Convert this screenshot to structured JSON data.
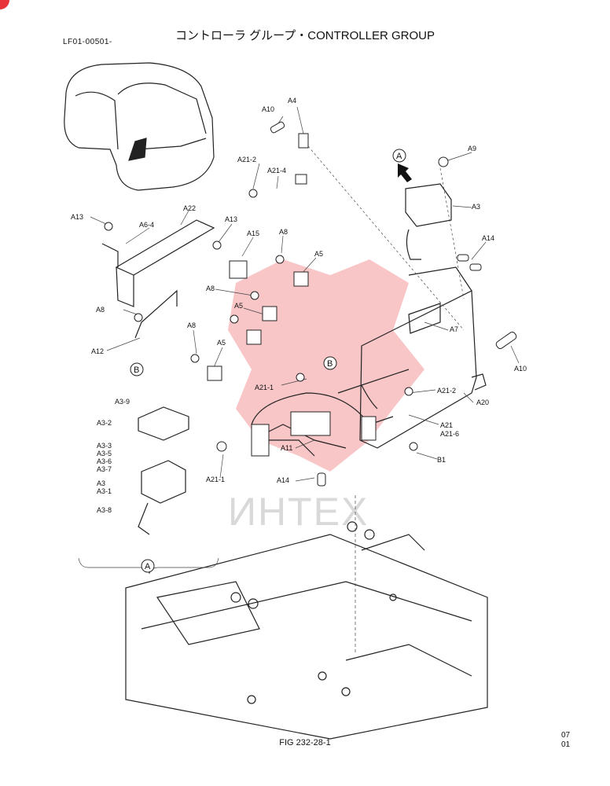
{
  "header": {
    "doc_code": "LF01-00501-",
    "title": "コントローラ グループ・CONTROLLER GROUP"
  },
  "watermark": {
    "text": "ИНТЕХ",
    "color": "#e8333a"
  },
  "callouts": {
    "a10_top": "A10",
    "a4": "A4",
    "a21_2_top": "A21-2",
    "a21_4": "A21-4",
    "a13_left": "A13",
    "a6_4": "A6-4",
    "a22": "A22",
    "a13_mid": "A13",
    "a15": "A15",
    "a8_top": "A8",
    "a5_top": "A5",
    "a8_mid": "A8",
    "a5_mid": "A5",
    "a8_left": "A8",
    "a12": "A12",
    "a8_low": "A8",
    "a5_low": "A5",
    "a9": "A9",
    "a3_top": "A3",
    "a14_right": "A14",
    "a7": "A7",
    "a10_right": "A10",
    "a21_1_mid": "A21-1",
    "a21_2_right": "A21-2",
    "a20": "A20",
    "a21": "A21",
    "a21_6": "A21-6",
    "a11": "A11",
    "b1": "B1",
    "a21_1_low": "A21-1",
    "a14_low": "A14",
    "a3_9": "A3-9",
    "a3_2": "A3-2",
    "a3_3": "A3-3",
    "a3_5": "A3-5",
    "a3_6": "A3-6",
    "a3_7": "A3-7",
    "a3_main": "A3",
    "a3_1": "A3-1",
    "a3_8": "A3-8"
  },
  "circle_refs": {
    "a_top": "A",
    "b_left": "B",
    "b_mid": "B",
    "a_bottom": "A"
  },
  "footer": {
    "figure": "FIG 232-28-1",
    "code_line1": "07",
    "code_line2": "01"
  }
}
